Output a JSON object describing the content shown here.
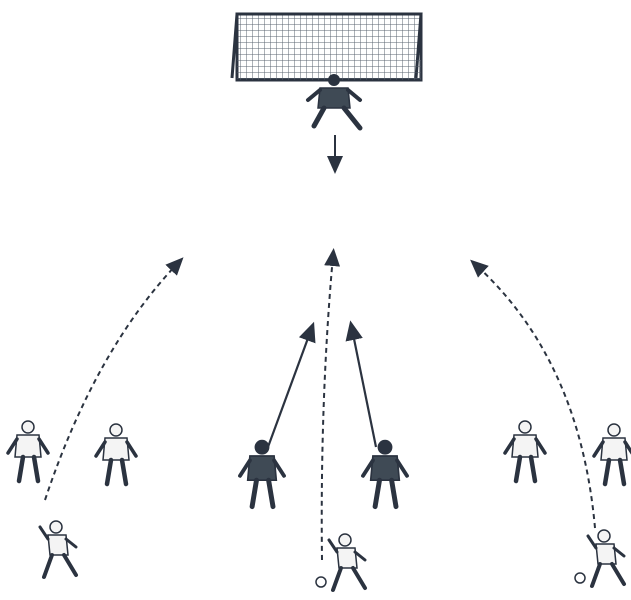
{
  "diagram": {
    "goal": {
      "icon": "soccer-goal-net"
    },
    "goalkeeper": {
      "icon": "goalkeeper-figure",
      "movement": "steps forward"
    },
    "players": [
      {
        "id": "defender-left-1",
        "icon": "player-figure",
        "shirt": "light"
      },
      {
        "id": "defender-left-2",
        "icon": "player-figure",
        "shirt": "light"
      },
      {
        "id": "attacker-center-left",
        "icon": "player-figure",
        "shirt": "dark"
      },
      {
        "id": "attacker-center-right",
        "icon": "player-figure",
        "shirt": "dark"
      },
      {
        "id": "defender-right-1",
        "icon": "player-figure",
        "shirt": "light"
      },
      {
        "id": "defender-right-2",
        "icon": "player-figure",
        "shirt": "light"
      },
      {
        "id": "server-left",
        "icon": "server-figure",
        "has_ball": false
      },
      {
        "id": "server-center",
        "icon": "server-figure",
        "has_ball": true
      },
      {
        "id": "server-right",
        "icon": "server-figure",
        "has_ball": true
      }
    ],
    "arrows": [
      {
        "id": "pass-left",
        "style": "dashed"
      },
      {
        "id": "pass-center",
        "style": "dashed"
      },
      {
        "id": "pass-right",
        "style": "dashed"
      },
      {
        "id": "run-center-left",
        "style": "solid"
      },
      {
        "id": "run-center-right",
        "style": "solid"
      },
      {
        "id": "goalkeeper-step",
        "style": "solid"
      }
    ],
    "colors": {
      "ink": "#2b3340",
      "net": "#5b6470",
      "dark_shirt": "#3f4a55",
      "light_shirt": "#f4f4f4",
      "background": "#ffffff"
    }
  }
}
